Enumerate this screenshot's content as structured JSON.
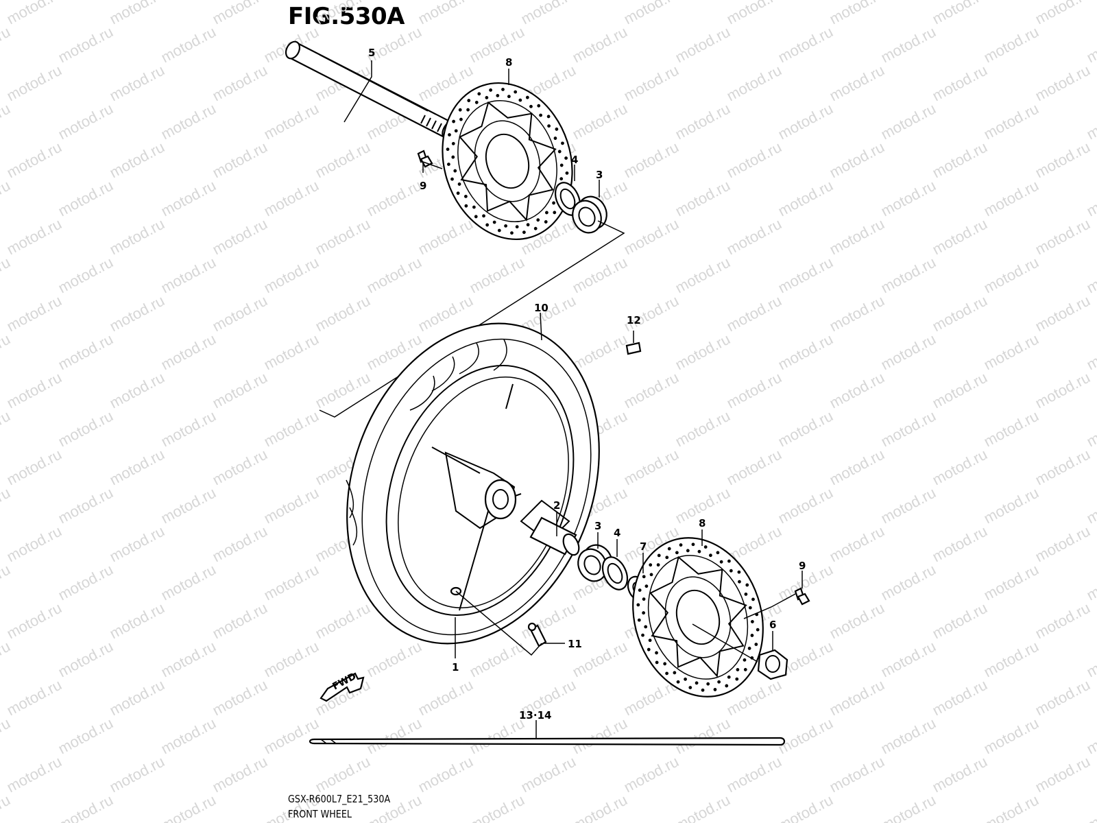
{
  "figure_title": "FIG.530A",
  "watermark_text": "motod.ru",
  "footer": {
    "model_code": "GSX-R600L7_E21_530A",
    "section_name": "FRONT WHEEL"
  },
  "direction_arrow": "FWD",
  "callouts": {
    "c1": "1",
    "c2": "2",
    "c3a": "3",
    "c3b": "3",
    "c4a": "4",
    "c4b": "4",
    "c5": "5",
    "c6": "6",
    "c7": "7",
    "c8a": "8",
    "c8b": "8",
    "c9a": "9",
    "c9b": "9",
    "c10": "10",
    "c11": "11",
    "c12": "12",
    "c13_14": "13·14"
  }
}
